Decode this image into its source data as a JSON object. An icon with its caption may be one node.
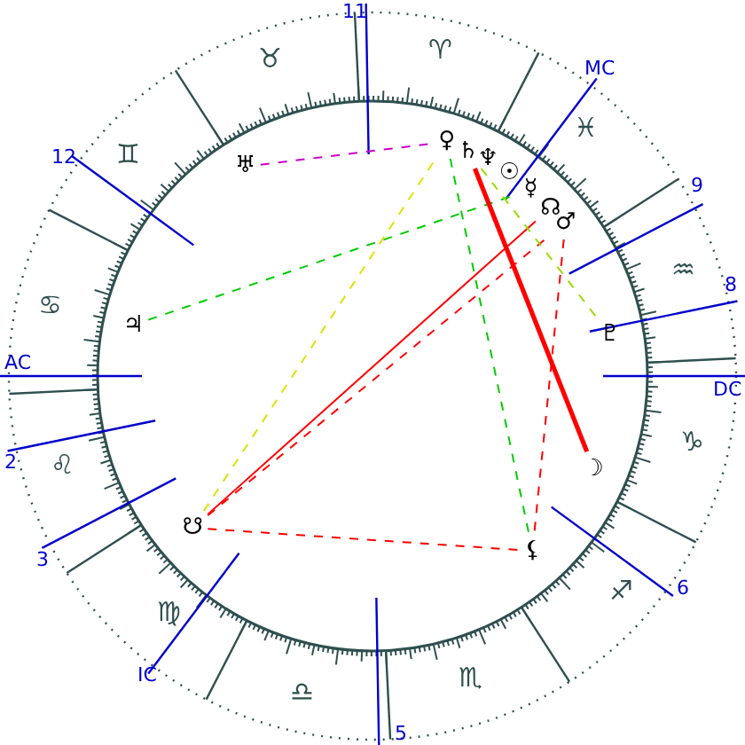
{
  "diagram": {
    "nodes": [
      {
        "text": [
          "♅"
        ]
      },
      {
        "text": [
          "♀"
        ]
      },
      {
        "text": [
          "♄"
        ]
      },
      {
        "text": [
          "♆"
        ]
      },
      {
        "text": [
          "☉"
        ]
      },
      {
        "text": [
          "☿"
        ]
      },
      {
        "text": [
          "☊"
        ]
      },
      {
        "text": [
          "♂"
        ]
      },
      {
        "text": [
          "♃"
        ]
      },
      {
        "text": [
          "♇"
        ]
      },
      {
        "text": [
          "☽"
        ]
      },
      {
        "text": [
          "☋"
        ]
      },
      {
        "text": [
          "⚸"
        ]
      }
    ],
    "edges": [
      {
        "from": 0,
        "to": 1,
        "arrow": "none",
        "style": "dashed",
        "color": "#cc00cc"
      },
      {
        "from": 8,
        "to": 5,
        "arrow": "none",
        "style": "dashed",
        "color": "#00cc00"
      },
      {
        "from": 11,
        "to": 1,
        "arrow": "none",
        "style": "dashed",
        "color": "#e0e000"
      },
      {
        "from": 11,
        "to": 6,
        "arrow": "none",
        "color": "#ff0000"
      },
      {
        "from": 11,
        "to": 7,
        "arrow": "none",
        "style": "dashed",
        "color": "#ff0000"
      },
      {
        "from": 11,
        "to": 12,
        "arrow": "none",
        "style": "dashed",
        "color": "#ff0000"
      },
      {
        "from": 2,
        "to": 10,
        "arrow": "none",
        "style": "thick",
        "color": "#ff0000"
      },
      {
        "from": 7,
        "to": 12,
        "arrow": "none",
        "style": "dashed",
        "color": "#ff0000"
      },
      {
        "from": 1,
        "to": 12,
        "arrow": "none",
        "style": "dashed",
        "color": "#00cc00"
      },
      {
        "from": 2,
        "to": 9,
        "arrow": "none",
        "style": "dashed",
        "color": "#99dd00"
      }
    ],
    "labels": [
      "11",
      "♈",
      "♉",
      "MC",
      "♓",
      "12",
      "♊",
      "9",
      "♒",
      "8",
      "♋",
      "AC",
      "DC",
      "♑",
      "2",
      "♌",
      "3",
      "6",
      "♐",
      "♍",
      "IC",
      "♏",
      "♎",
      "5"
    ]
  }
}
